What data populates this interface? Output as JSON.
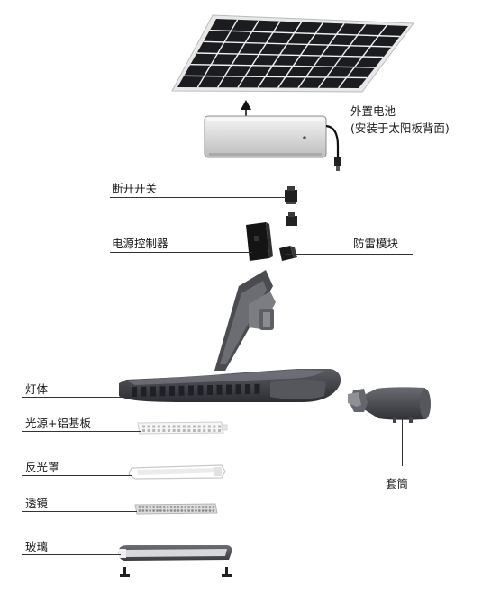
{
  "labels": {
    "battery_title": "外置电池",
    "battery_subtitle": "(安装于太阳板背面)",
    "switch": "断开开关",
    "controller": "电源控制器",
    "surge": "防雷模块",
    "lamp_body": "灯体",
    "led_board": "光源+铝基板",
    "reflector": "反光罩",
    "lens": "透镜",
    "glass": "玻璃",
    "sleeve": "套筒"
  },
  "colors": {
    "solar_cell": "#1b1c20",
    "solar_grid": "#f2f2f2",
    "battery": "#dcdcdc",
    "lamp_body": "#3e4046",
    "component": "#2a2a2a",
    "leader_line": "#333333"
  }
}
